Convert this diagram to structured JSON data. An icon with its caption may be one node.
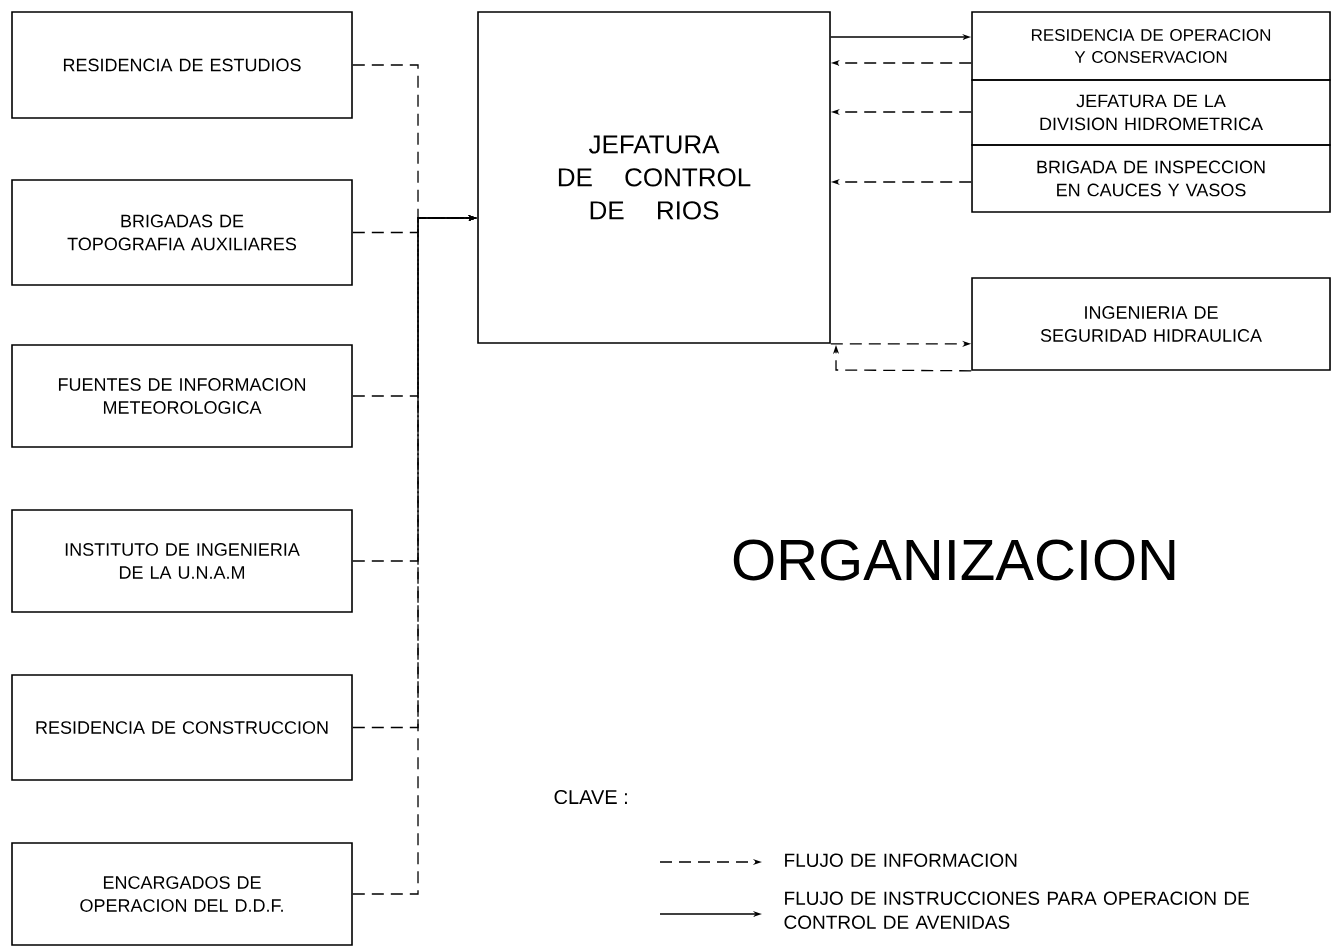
{
  "diagram": {
    "title": "ORGANIZACION",
    "nodes": [
      {
        "text": [
          "RESIDENCIA DE ESTUDIOS"
        ]
      },
      {
        "text": [
          "BRIGADAS DE TOPOGRAFIA AUXILIARES"
        ]
      },
      {
        "text": [
          "FUENTES DE INFORMACION METEOROLOGICA"
        ]
      },
      {
        "text": [
          "INSTITUTO DE INGENIERIA DE LA U.N.A.M"
        ]
      },
      {
        "text": [
          "RESIDENCIA DE CONSTRUCCION"
        ]
      },
      {
        "text": [
          "ENCARGADOS DE OPERACION DEL D.D.F."
        ]
      },
      {
        "text": [
          "JEFATURA DE CONTROL DE RIOS"
        ]
      },
      {
        "text": [
          "RESIDENCIA DE OPERACION Y CONSERVACION"
        ]
      },
      {
        "text": [
          "JEFATURA DE LA DIVISION HIDROMETRICA"
        ]
      },
      {
        "text": [
          "BRIGADA DE INSPECCION EN CAUCES Y VASOS"
        ]
      },
      {
        "text": [
          "INGENIERIA DE SEGURIDAD HIDRAULICA"
        ]
      }
    ],
    "edges": [
      {
        "from": 0,
        "to": 6,
        "arrow": "to",
        "style": "dashed"
      },
      {
        "from": 1,
        "to": 6,
        "arrow": "to",
        "style": "dashed"
      },
      {
        "from": 2,
        "to": 6,
        "arrow": "to",
        "style": "dashed"
      },
      {
        "from": 3,
        "to": 6,
        "arrow": "to",
        "style": "dashed"
      },
      {
        "from": 4,
        "to": 6,
        "arrow": "to",
        "style": "dashed"
      },
      {
        "from": 5,
        "to": 6,
        "arrow": "to",
        "style": "dashed"
      },
      {
        "from": 6,
        "to": 7,
        "arrow": "to"
      },
      {
        "from": 7,
        "to": 6,
        "arrow": "to",
        "style": "dashed"
      },
      {
        "from": 8,
        "to": 6,
        "arrow": "to",
        "style": "dashed"
      },
      {
        "from": 9,
        "to": 6,
        "arrow": "to",
        "style": "dashed"
      },
      {
        "from": 6,
        "to": 10,
        "arrow": "to",
        "style": "dashed"
      },
      {
        "from": 10,
        "to": 6,
        "arrow": "to",
        "style": "dashed"
      }
    ],
    "labels": [
      "CLAVE :"
    ],
    "legend": [
      {
        "text": "FLUJO DE INFORMACION"
      },
      {
        "text": "FLUJO DE INSTRUCCIONES PARA OPERACION DE CONTROL DE AVENIDAS"
      }
    ]
  }
}
